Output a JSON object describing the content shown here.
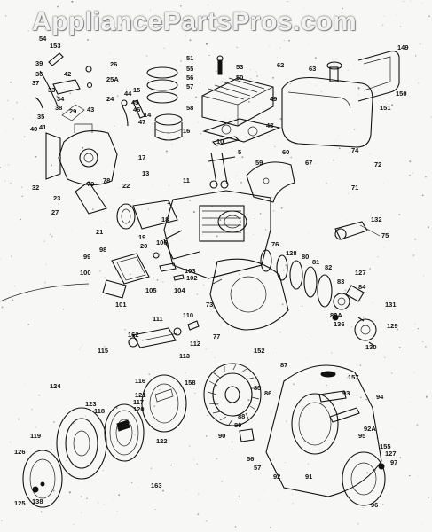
{
  "watermark": "AppliancePartsPros.com",
  "labels": [
    {
      "id": "p54",
      "text": "54"
    },
    {
      "id": "p153",
      "text": "153"
    },
    {
      "id": "p26",
      "text": "26"
    },
    {
      "id": "p25a",
      "text": "25A"
    },
    {
      "id": "p39",
      "text": "39"
    },
    {
      "id": "p42",
      "text": "42"
    },
    {
      "id": "p36",
      "text": "36"
    },
    {
      "id": "p37",
      "text": "37"
    },
    {
      "id": "p33",
      "text": "33"
    },
    {
      "id": "p34",
      "text": "34"
    },
    {
      "id": "p38",
      "text": "38"
    },
    {
      "id": "p29",
      "text": "29"
    },
    {
      "id": "p35",
      "text": "35"
    },
    {
      "id": "p40",
      "text": "40"
    },
    {
      "id": "p41",
      "text": "41"
    },
    {
      "id": "p43",
      "text": "43"
    },
    {
      "id": "p24",
      "text": "24"
    },
    {
      "id": "p44",
      "text": "44"
    },
    {
      "id": "p45",
      "text": "45"
    },
    {
      "id": "p46",
      "text": "46"
    },
    {
      "id": "p47",
      "text": "47"
    },
    {
      "id": "p14",
      "text": "14"
    },
    {
      "id": "p15",
      "text": "15"
    },
    {
      "id": "p16",
      "text": "16"
    },
    {
      "id": "p58",
      "text": "58"
    },
    {
      "id": "p51",
      "text": "51"
    },
    {
      "id": "p55",
      "text": "55"
    },
    {
      "id": "p56",
      "text": "56"
    },
    {
      "id": "p57",
      "text": "57"
    },
    {
      "id": "p53",
      "text": "53"
    },
    {
      "id": "p50",
      "text": "50"
    },
    {
      "id": "p49",
      "text": "49"
    },
    {
      "id": "p62",
      "text": "62"
    },
    {
      "id": "p63",
      "text": "63"
    },
    {
      "id": "p149",
      "text": "149"
    },
    {
      "id": "p150",
      "text": "150"
    },
    {
      "id": "p151",
      "text": "151"
    },
    {
      "id": "p48",
      "text": "48"
    },
    {
      "id": "p10",
      "text": "10"
    },
    {
      "id": "p5",
      "text": "5"
    },
    {
      "id": "p59",
      "text": "59"
    },
    {
      "id": "p60",
      "text": "60"
    },
    {
      "id": "p67",
      "text": "67"
    },
    {
      "id": "p74",
      "text": "74"
    },
    {
      "id": "p72",
      "text": "72"
    },
    {
      "id": "p71",
      "text": "71"
    },
    {
      "id": "p17",
      "text": "17"
    },
    {
      "id": "p13",
      "text": "13"
    },
    {
      "id": "p11",
      "text": "11"
    },
    {
      "id": "p32",
      "text": "32"
    },
    {
      "id": "p23",
      "text": "23"
    },
    {
      "id": "p79",
      "text": "79"
    },
    {
      "id": "p78",
      "text": "78"
    },
    {
      "id": "p27",
      "text": "27"
    },
    {
      "id": "p22",
      "text": "22"
    },
    {
      "id": "p1",
      "text": "1"
    },
    {
      "id": "p21",
      "text": "21"
    },
    {
      "id": "p18",
      "text": "18"
    },
    {
      "id": "p19",
      "text": "19"
    },
    {
      "id": "p20",
      "text": "20"
    },
    {
      "id": "p106",
      "text": "106"
    },
    {
      "id": "p132",
      "text": "132"
    },
    {
      "id": "p75",
      "text": "75"
    },
    {
      "id": "p98",
      "text": "98"
    },
    {
      "id": "p99",
      "text": "99"
    },
    {
      "id": "p100",
      "text": "100"
    },
    {
      "id": "p101",
      "text": "101"
    },
    {
      "id": "p105",
      "text": "105"
    },
    {
      "id": "p102",
      "text": "102"
    },
    {
      "id": "p103",
      "text": "103"
    },
    {
      "id": "p104",
      "text": "104"
    },
    {
      "id": "p76",
      "text": "76"
    },
    {
      "id": "p128",
      "text": "128"
    },
    {
      "id": "p80",
      "text": "80"
    },
    {
      "id": "p81",
      "text": "81"
    },
    {
      "id": "p82",
      "text": "82"
    },
    {
      "id": "p127",
      "text": "127"
    },
    {
      "id": "p83",
      "text": "83"
    },
    {
      "id": "p84",
      "text": "84"
    },
    {
      "id": "p131",
      "text": "131"
    },
    {
      "id": "p73",
      "text": "73"
    },
    {
      "id": "p82a",
      "text": "82A"
    },
    {
      "id": "p136",
      "text": "136"
    },
    {
      "id": "p129",
      "text": "129"
    },
    {
      "id": "p130",
      "text": "130"
    },
    {
      "id": "p111",
      "text": "111"
    },
    {
      "id": "p110",
      "text": "110"
    },
    {
      "id": "p162",
      "text": "162"
    },
    {
      "id": "p112",
      "text": "112"
    },
    {
      "id": "p115",
      "text": "115"
    },
    {
      "id": "p113",
      "text": "113"
    },
    {
      "id": "p77",
      "text": "77"
    },
    {
      "id": "p152",
      "text": "152"
    },
    {
      "id": "p87",
      "text": "87"
    },
    {
      "id": "p157",
      "text": "157"
    },
    {
      "id": "p158",
      "text": "158"
    },
    {
      "id": "p116",
      "text": "116"
    },
    {
      "id": "p121",
      "text": "121"
    },
    {
      "id": "p117",
      "text": "117"
    },
    {
      "id": "p118",
      "text": "118"
    },
    {
      "id": "p120",
      "text": "120"
    },
    {
      "id": "p124",
      "text": "124"
    },
    {
      "id": "p123",
      "text": "123"
    },
    {
      "id": "p122",
      "text": "122"
    },
    {
      "id": "p85",
      "text": "85"
    },
    {
      "id": "p86",
      "text": "86"
    },
    {
      "id": "p88",
      "text": "88"
    },
    {
      "id": "p89",
      "text": "89"
    },
    {
      "id": "p90",
      "text": "90"
    },
    {
      "id": "p93",
      "text": "93"
    },
    {
      "id": "p94",
      "text": "94"
    },
    {
      "id": "p92a",
      "text": "92A"
    },
    {
      "id": "p95",
      "text": "95"
    },
    {
      "id": "p155",
      "text": "155"
    },
    {
      "id": "p127b",
      "text": "127"
    },
    {
      "id": "p97",
      "text": "97"
    },
    {
      "id": "p119",
      "text": "119"
    },
    {
      "id": "p126",
      "text": "126"
    },
    {
      "id": "p125",
      "text": "125"
    },
    {
      "id": "p138",
      "text": "138"
    },
    {
      "id": "p163",
      "text": "163"
    },
    {
      "id": "p56b",
      "text": "56"
    },
    {
      "id": "p57b",
      "text": "57"
    },
    {
      "id": "p92",
      "text": "92"
    },
    {
      "id": "p91",
      "text": "91"
    },
    {
      "id": "p96",
      "text": "96"
    }
  ]
}
